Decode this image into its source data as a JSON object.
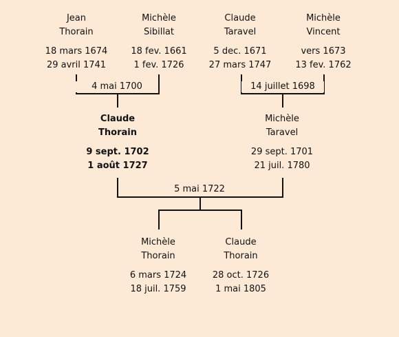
{
  "people": {
    "jean_thorain": {
      "first": "Jean",
      "last": "Thorain",
      "birth": "18 mars 1674",
      "death": "29 avril 1741"
    },
    "michele_sibillat": {
      "first": "Michèle",
      "last": "Sibillat",
      "birth": "18 fev. 1661",
      "death": "1 fev. 1726"
    },
    "claude_taravel": {
      "first": "Claude",
      "last": "Taravel",
      "birth": "5 dec. 1671",
      "death": "27 mars 1747"
    },
    "michele_vincent": {
      "first": "Michèle",
      "last": "Vincent",
      "birth": "vers 1673",
      "death": "13 fev. 1762"
    },
    "claude_thorain": {
      "first": "Claude",
      "last": "Thorain",
      "birth": "9 sept. 1702",
      "death": "1 août 1727"
    },
    "michele_taravel": {
      "first": "Michèle",
      "last": "Taravel",
      "birth": "29 sept. 1701",
      "death": "21 juil. 1780"
    },
    "michele_thorain": {
      "first": "Michèle",
      "last": "Thorain",
      "birth": "6 mars 1724",
      "death": "18 juil. 1759"
    },
    "claude_thorain_jr": {
      "first": "Claude",
      "last": "Thorain",
      "birth": "28 oct. 1726",
      "death": "1 mai 1805"
    }
  },
  "marriages": {
    "thorain_sibillat": "4 mai 1700",
    "taravel_vincent": "14 juillet 1698",
    "thorain_taravel": "5 mai 1722"
  }
}
